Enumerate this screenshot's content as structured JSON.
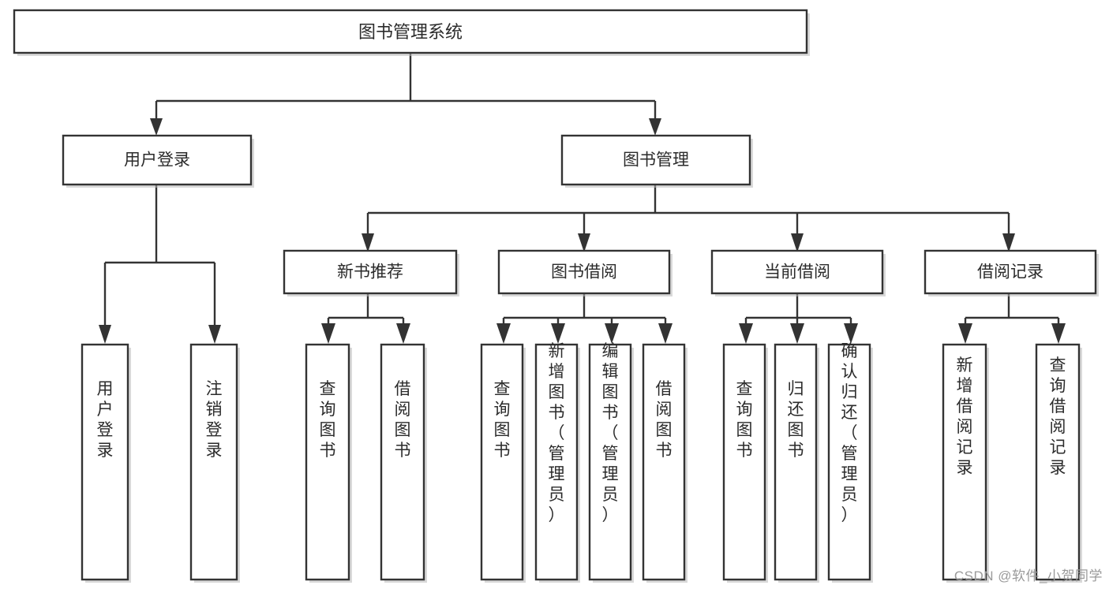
{
  "diagram": {
    "type": "tree-hierarchy-chart",
    "title": "图书管理系统",
    "watermark": "CSDN @软件_小贺同学",
    "colors": {
      "box_stroke": "#333333",
      "box_fill": "#ffffff",
      "connector": "#333333",
      "text": "#2b2b2b",
      "watermark": "#9a9a9a",
      "background": "#ffffff"
    },
    "levels": {
      "root": {
        "label": "图书管理系统"
      },
      "level2": [
        {
          "label": "用户登录"
        },
        {
          "label": "图书管理"
        }
      ],
      "level3": [
        {
          "label": "新书推荐"
        },
        {
          "label": "图书借阅"
        },
        {
          "label": "当前借阅"
        },
        {
          "label": "借阅记录"
        }
      ]
    },
    "leaves": {
      "user_login": [
        {
          "label": "用户登录"
        },
        {
          "label": "注销登录"
        }
      ],
      "new_book_recommend": [
        {
          "label": "查询图书"
        },
        {
          "label": "借阅图书"
        }
      ],
      "book_borrow": [
        {
          "label": "查询图书"
        },
        {
          "label": "新增图书（管理员）"
        },
        {
          "label": "编辑图书（管理员）"
        },
        {
          "label": "借阅图书"
        }
      ],
      "current_borrow": [
        {
          "label": "查询图书"
        },
        {
          "label": "归还图书"
        },
        {
          "label": "确认归还（管理员）"
        }
      ],
      "borrow_record": [
        {
          "label": "新增借阅记录"
        },
        {
          "label": "查询借阅记录"
        }
      ]
    }
  }
}
